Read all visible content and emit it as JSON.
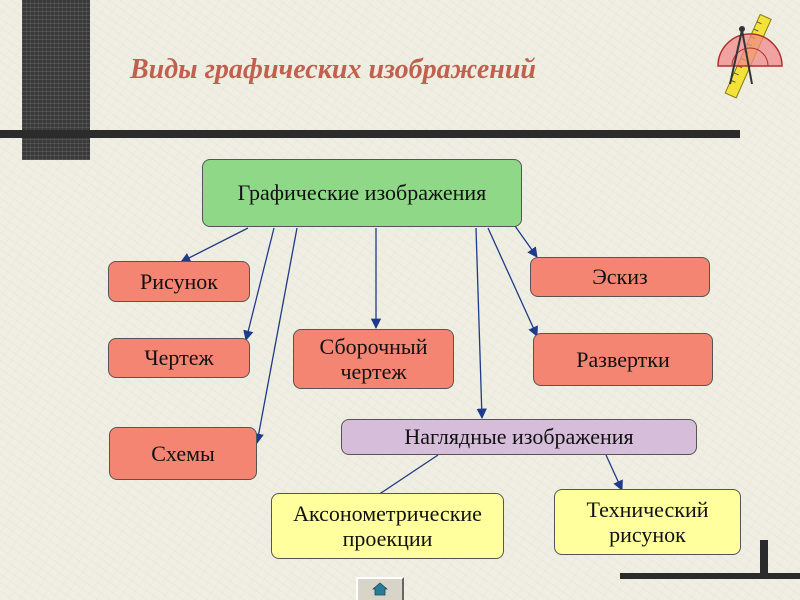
{
  "title": "Виды графических изображений",
  "nodes": {
    "root": "Графические изображения",
    "drawing": "Рисунок",
    "technical_drawing": "Чертеж",
    "schemes": "Схемы",
    "assembly_drawing": "Сборочный чертеж",
    "sketch": "Эскиз",
    "developments": "Развертки",
    "visual_images": "Наглядные изображения",
    "axonometric": "Аксонометрические проекции",
    "technical_sketch": "Технический рисунок"
  },
  "icons": {
    "tools": "ruler-compass-protractor-icon",
    "home": "home-icon"
  },
  "colors": {
    "title": "#c0604e",
    "root_box": "#8fd888",
    "category_box": "#f48572",
    "visual_box": "#d6bedb",
    "sub_box": "#ffff9e"
  }
}
